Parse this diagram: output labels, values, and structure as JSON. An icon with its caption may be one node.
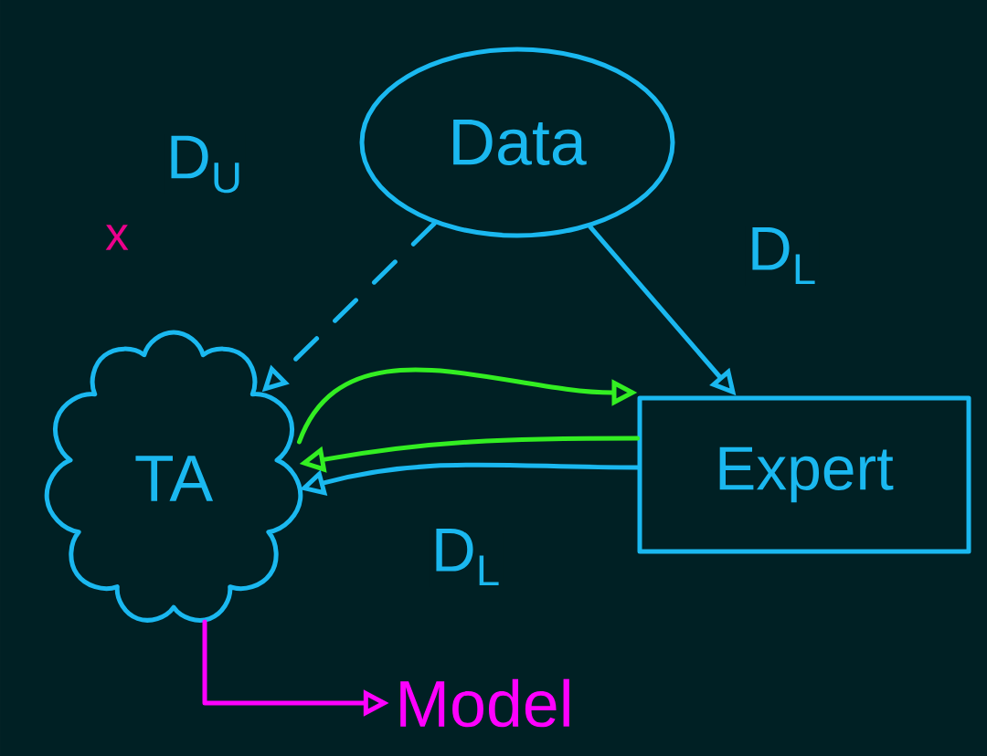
{
  "diagram": {
    "nodes": [
      {
        "text": [
          "Data"
        ]
      },
      {
        "text": [
          "TA"
        ]
      },
      {
        "text": [
          "Expert"
        ]
      },
      {
        "text": [
          "Model"
        ]
      }
    ],
    "edges": [
      {
        "from": 0,
        "to": 1,
        "arrow": "to",
        "style": "dashed",
        "label": "D$_{U}$"
      },
      {
        "from": 0,
        "to": 2,
        "arrow": "to",
        "label": "D$_{L}$"
      },
      {
        "from": 1,
        "to": 2,
        "arrow": "to",
        "color": "#33ee22"
      },
      {
        "from": 2,
        "to": 1,
        "arrow": "to",
        "color": "#33ee22"
      },
      {
        "from": 2,
        "to": 1,
        "arrow": "to",
        "label": "D$_{L}$"
      },
      {
        "from": 1,
        "to": 3,
        "arrow": "to",
        "color": "#ff00ff"
      }
    ],
    "labels": [
      "x"
    ]
  }
}
